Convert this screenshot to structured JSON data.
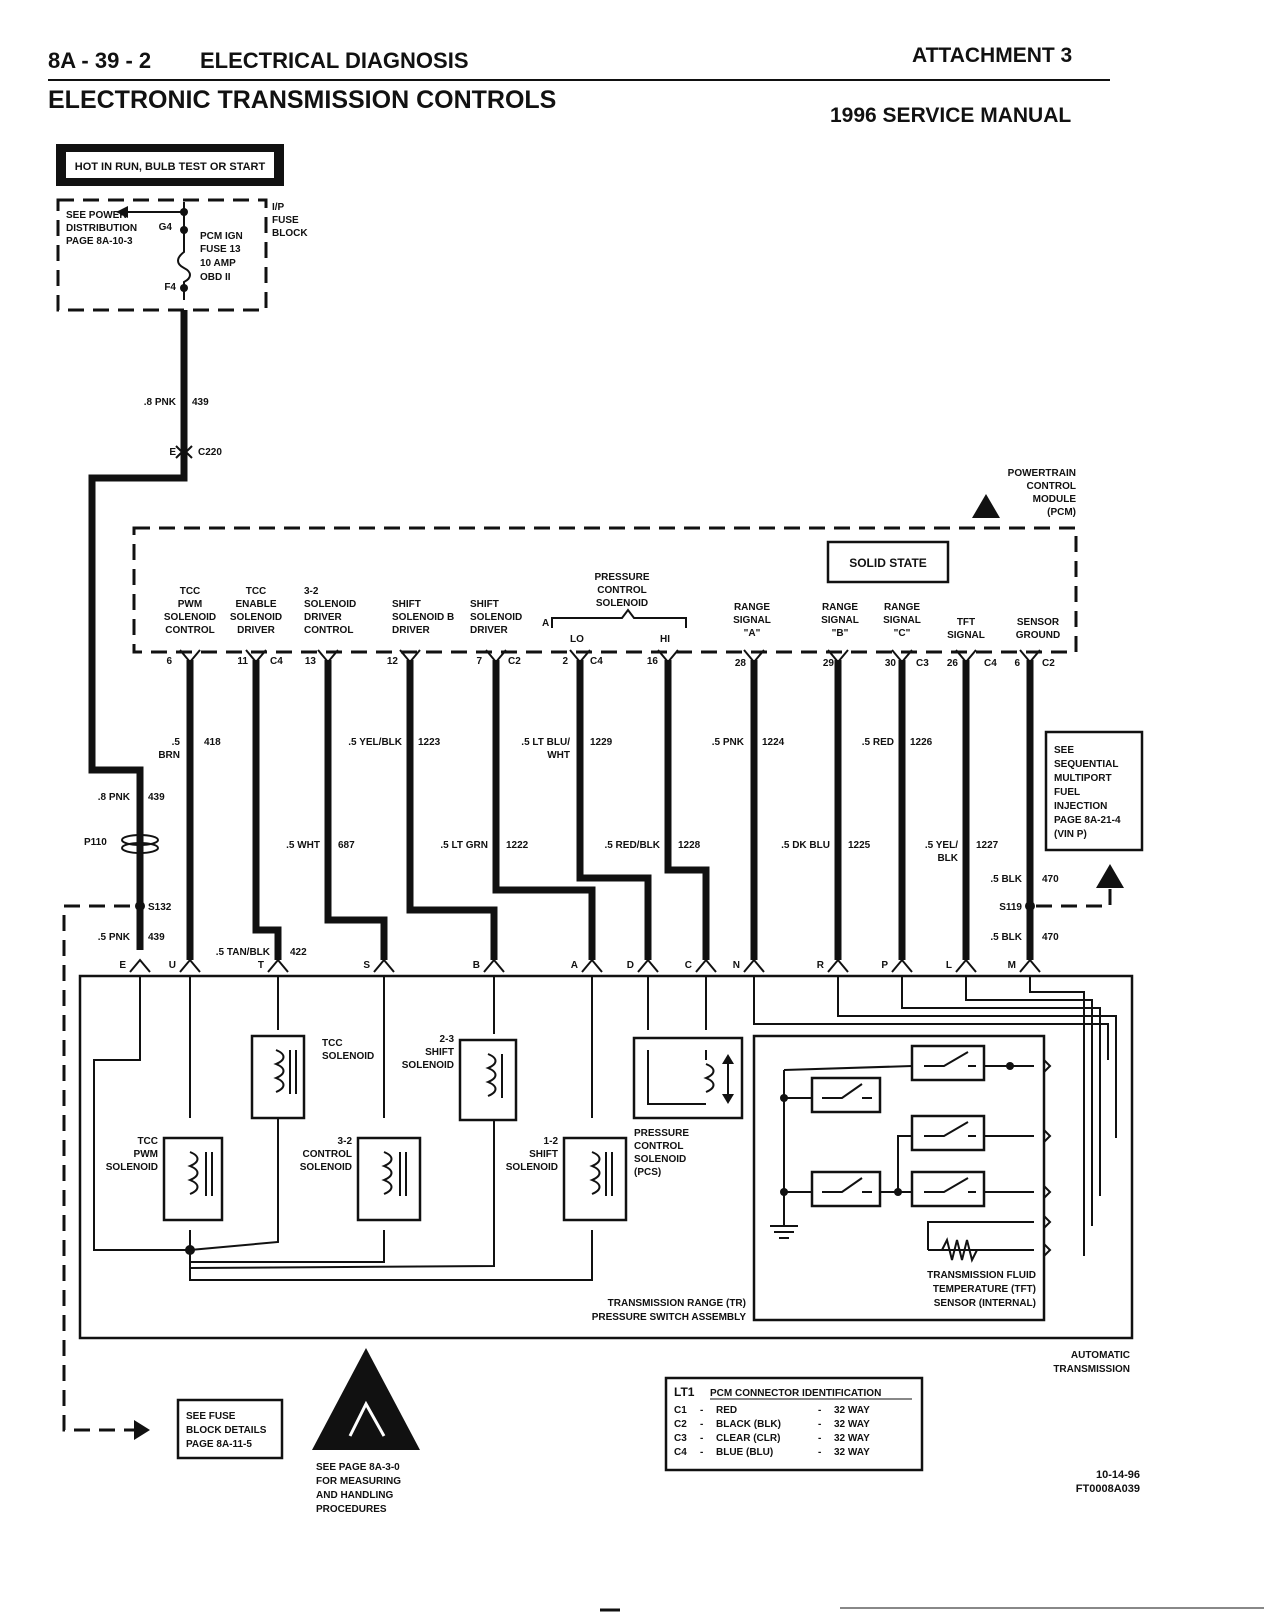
{
  "header": {
    "page_id": "8A - 39 - 2",
    "section": "ELECTRICAL DIAGNOSIS",
    "title": "ELECTRONIC TRANSMISSION CONTROLS",
    "attachment": "ATTACHMENT 3",
    "manual": "1996 SERVICE MANUAL"
  },
  "power": {
    "hot_label": "HOT IN RUN, BULB TEST OR START",
    "see_power": [
      "SEE POWER",
      "DISTRIBUTION",
      "PAGE 8A-10-3"
    ],
    "g4": "G4",
    "f4": "F4",
    "fuse": [
      "PCM IGN",
      "FUSE 13",
      "10 AMP",
      "OBD II"
    ],
    "fuse_block": [
      "I/P",
      "FUSE",
      "BLOCK"
    ]
  },
  "main_wire": {
    "gauge_top": ".8 PNK",
    "circuit_top": "439",
    "conn_pin": "E",
    "conn_id": "C220",
    "gauge_mid": ".8 PNK",
    "circuit_mid": "439",
    "p110": "P110",
    "s132": "S132",
    "gauge_low": ".5 PNK",
    "circuit_low": "439"
  },
  "pcm": {
    "name": [
      "POWERTRAIN",
      "CONTROL",
      "MODULE",
      "(PCM)"
    ],
    "solid_state": "SOLID STATE",
    "pcs_label": [
      "PRESSURE",
      "CONTROL",
      "SOLENOID"
    ],
    "lo": "LO",
    "hi": "HI",
    "a_mark": "A"
  },
  "terminals": [
    {
      "lines": [
        "TCC",
        "PWM",
        "SOLENOID",
        "CONTROL"
      ],
      "pin": "6",
      "conn": ""
    },
    {
      "lines": [
        "TCC",
        "ENABLE",
        "SOLENOID",
        "DRIVER"
      ],
      "pin": "11",
      "conn": "C4"
    },
    {
      "lines": [
        "3-2",
        "SOLENOID",
        "DRIVER",
        "CONTROL"
      ],
      "pin": "13",
      "conn": ""
    },
    {
      "lines": [
        "SHIFT",
        "SOLENOID B",
        "DRIVER"
      ],
      "pin": "12",
      "conn": ""
    },
    {
      "lines": [
        "SHIFT",
        "SOLENOID",
        "DRIVER"
      ],
      "pin": "7",
      "conn": "C2"
    },
    {
      "lines": [],
      "pin": "2",
      "conn": "C4"
    },
    {
      "lines": [],
      "pin": "16",
      "conn": ""
    },
    {
      "lines": [
        "RANGE",
        "SIGNAL",
        "\"A\""
      ],
      "pin": "28",
      "conn": ""
    },
    {
      "lines": [
        "RANGE",
        "SIGNAL",
        "\"B\""
      ],
      "pin": "29",
      "conn": ""
    },
    {
      "lines": [
        "RANGE",
        "SIGNAL",
        "\"C\""
      ],
      "pin": "30",
      "conn": "C3"
    },
    {
      "lines": [
        "TFT",
        "SIGNAL"
      ],
      "pin": "26",
      "conn": "C4"
    },
    {
      "lines": [
        "SENSOR",
        "GROUND"
      ],
      "pin": "6",
      "conn": "C2"
    }
  ],
  "wires": [
    {
      "gauge": [
        ".5",
        "BRN"
      ],
      "circuit": "418"
    },
    {
      "gauge": [
        ".5 WHT"
      ],
      "circuit": "687"
    },
    {
      "gauge": [
        ".5 YEL/BLK"
      ],
      "circuit": "1223"
    },
    {
      "gauge": [
        ".5 LT GRN"
      ],
      "circuit": "1222"
    },
    {
      "gauge": [
        ".5 LT BLU/",
        "WHT"
      ],
      "circuit": "1229"
    },
    {
      "gauge": [
        ".5 RED/BLK"
      ],
      "circuit": "1228"
    },
    {
      "gauge": [
        ".5 PNK"
      ],
      "circuit": "1224"
    },
    {
      "gauge": [
        ".5 DK BLU"
      ],
      "circuit": "1225"
    },
    {
      "gauge": [
        ".5 RED"
      ],
      "circuit": "1226"
    },
    {
      "gauge": [
        ".5 YEL/",
        "BLK"
      ],
      "circuit": "1227"
    },
    {
      "gauge": [
        ".5 BLK"
      ],
      "circuit": "470"
    },
    {
      "gauge": [
        ".5 TAN/BLK"
      ],
      "circuit": "422"
    },
    {
      "gauge": [
        ".5 BLK"
      ],
      "circuit": "470"
    }
  ],
  "s119": "S119",
  "sfi_box": [
    "SEE",
    "SEQUENTIAL",
    "MULTIPORT",
    "FUEL",
    "INJECTION",
    "PAGE 8A-21-4",
    "(VIN P)"
  ],
  "trans_pins": [
    "E",
    "U",
    "T",
    "S",
    "B",
    "A",
    "D",
    "C",
    "N",
    "R",
    "P",
    "L",
    "M"
  ],
  "solenoids": {
    "tcc": [
      "TCC",
      "SOLENOID"
    ],
    "shift23": [
      "2-3",
      "SHIFT",
      "SOLENOID"
    ],
    "tcc_pwm": [
      "TCC",
      "PWM",
      "SOLENOID"
    ],
    "control32": [
      "3-2",
      "CONTROL",
      "SOLENOID"
    ],
    "shift12": [
      "1-2",
      "SHIFT",
      "SOLENOID"
    ],
    "pcs": [
      "PRESSURE",
      "CONTROL",
      "SOLENOID",
      "(PCS)"
    ]
  },
  "tft_sensor": [
    "TRANSMISSION FLUID",
    "TEMPERATURE (TFT)",
    "SENSOR (INTERNAL)"
  ],
  "tr_switch": [
    "TRANSMISSION RANGE (TR)",
    "PRESSURE SWITCH ASSEMBLY"
  ],
  "auto_trans": [
    "AUTOMATIC",
    "TRANSMISSION"
  ],
  "fuse_block_box": [
    "SEE FUSE",
    "BLOCK DETAILS",
    "PAGE 8A-11-5"
  ],
  "esd_note": [
    "SEE PAGE 8A-3-0",
    "FOR MEASURING",
    "AND HANDLING",
    "PROCEDURES"
  ],
  "lt1": {
    "title_a": "LT1",
    "title_b": "PCM CONNECTOR IDENTIFICATION",
    "rows": [
      {
        "id": "C1",
        "color": "RED",
        "ways": "32 WAY"
      },
      {
        "id": "C2",
        "color": "BLACK (BLK)",
        "ways": "32 WAY"
      },
      {
        "id": "C3",
        "color": "CLEAR (CLR)",
        "ways": "32 WAY"
      },
      {
        "id": "C4",
        "color": "BLUE (BLU)",
        "ways": "32 WAY"
      }
    ]
  },
  "footer": {
    "date": "10-14-96",
    "code": "FT0008A039"
  }
}
